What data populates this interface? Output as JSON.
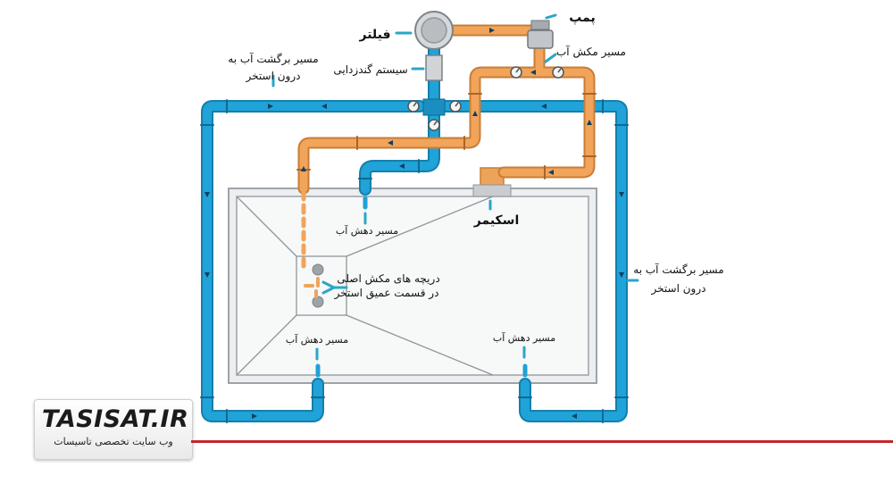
{
  "labels": {
    "pump": "پمپ",
    "filter": "فیلتر",
    "suction_line": "مسیر مکش آب",
    "disinfection": "سیستم گندزدایی",
    "return_left": "مسیر برگشت آب به درون استخر",
    "return_right": "مسیر برگشت آب به درون استخر",
    "skimmer": "اسکیمر",
    "inlet_top": "مسیر دهش آب",
    "main_drain": "دریچه های مکش اصلی در قسمت عمیق استخر",
    "inlet_bottom_left": "مسیر دهش آب",
    "inlet_bottom_right": "مسیر دهش آب"
  },
  "logo": {
    "main": "TASISAT.IR",
    "sub": "وب سایت تخصصی تاسیسات"
  },
  "colors": {
    "blue_pipe": "#1fa3d8",
    "blue_dark": "#157fab",
    "orange_pipe": "#f1a45a",
    "orange_dark": "#c87e36",
    "pool_border": "#9ea3a8",
    "accent_line": "#c1272d",
    "pointer": "#2aa6c8"
  }
}
